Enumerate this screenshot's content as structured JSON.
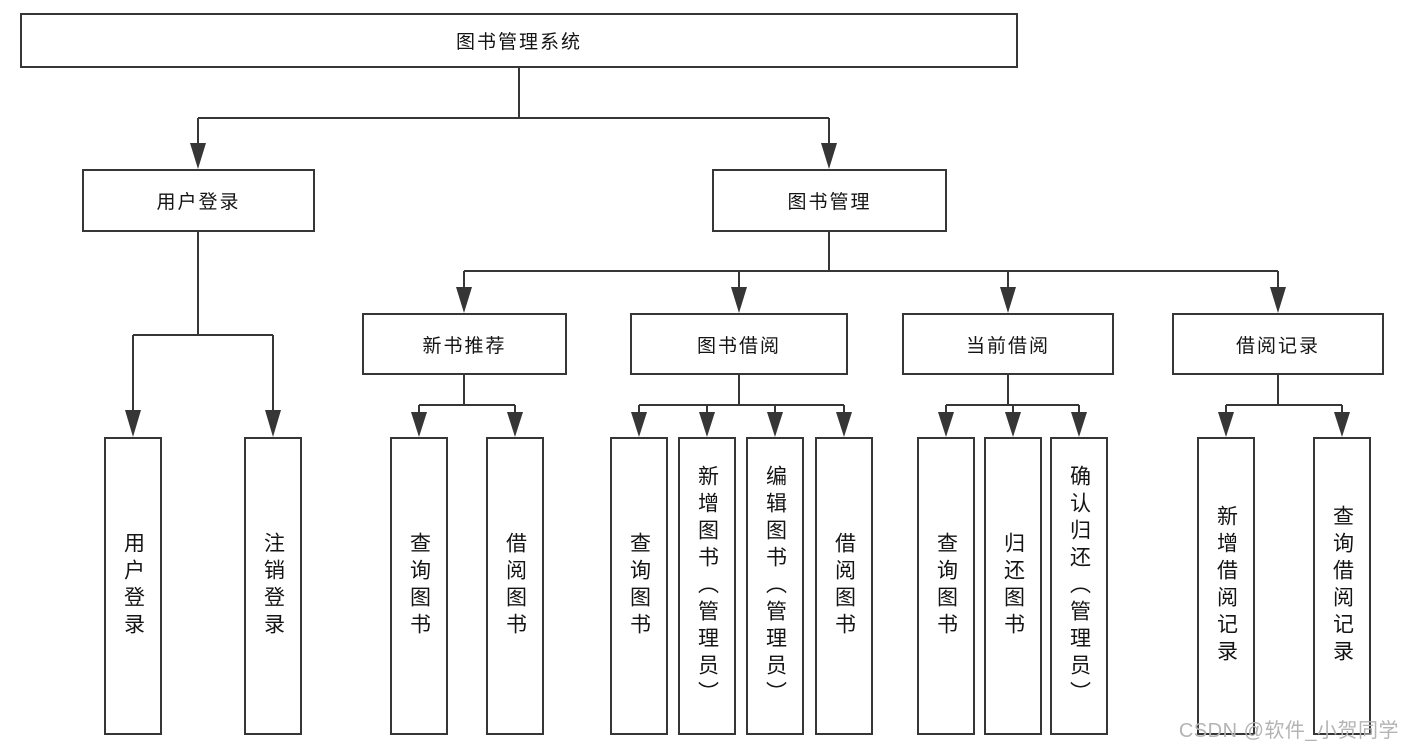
{
  "nodes": {
    "root": {
      "label": "图书管理系统"
    },
    "user_login": {
      "label": "用户登录"
    },
    "book_mgmt": {
      "label": "图书管理"
    },
    "new_book_rec": {
      "label": "新书推荐"
    },
    "book_borrow": {
      "label": "图书借阅"
    },
    "current_borrow": {
      "label": "当前借阅"
    },
    "borrow_records": {
      "label": "借阅记录"
    },
    "leaf_user_login": {
      "label": "用户登录"
    },
    "leaf_logout": {
      "label": "注销登录"
    },
    "leaf_query_book_1": {
      "label": "查询图书"
    },
    "leaf_borrow_book_1": {
      "label": "借阅图书"
    },
    "leaf_query_book_2": {
      "label": "查询图书"
    },
    "leaf_add_book": {
      "label": "新增图书（管理员）"
    },
    "leaf_edit_book": {
      "label": "编辑图书（管理员）"
    },
    "leaf_borrow_book_2": {
      "label": "借阅图书"
    },
    "leaf_query_book_3": {
      "label": "查询图书"
    },
    "leaf_return_book": {
      "label": "归还图书"
    },
    "leaf_confirm_return": {
      "label": "确认归还（管理员）"
    },
    "leaf_add_record": {
      "label": "新增借阅记录"
    },
    "leaf_query_record": {
      "label": "查询借阅记录"
    }
  },
  "hierarchy": {
    "图书管理系统": {
      "用户登录": [
        "用户登录",
        "注销登录"
      ],
      "图书管理": {
        "新书推荐": [
          "查询图书",
          "借阅图书"
        ],
        "图书借阅": [
          "查询图书",
          "新增图书（管理员）",
          "编辑图书（管理员）",
          "借阅图书"
        ],
        "当前借阅": [
          "查询图书",
          "归还图书",
          "确认归还（管理员）"
        ],
        "借阅记录": [
          "新增借阅记录",
          "查询借阅记录"
        ]
      }
    }
  },
  "watermark": {
    "text": "CSDN @软件_小贺同学"
  },
  "colors": {
    "line": "#363636",
    "box_border": "#363636",
    "text": "#141414",
    "watermark": "#b4b4b4",
    "background": "#ffffff"
  }
}
